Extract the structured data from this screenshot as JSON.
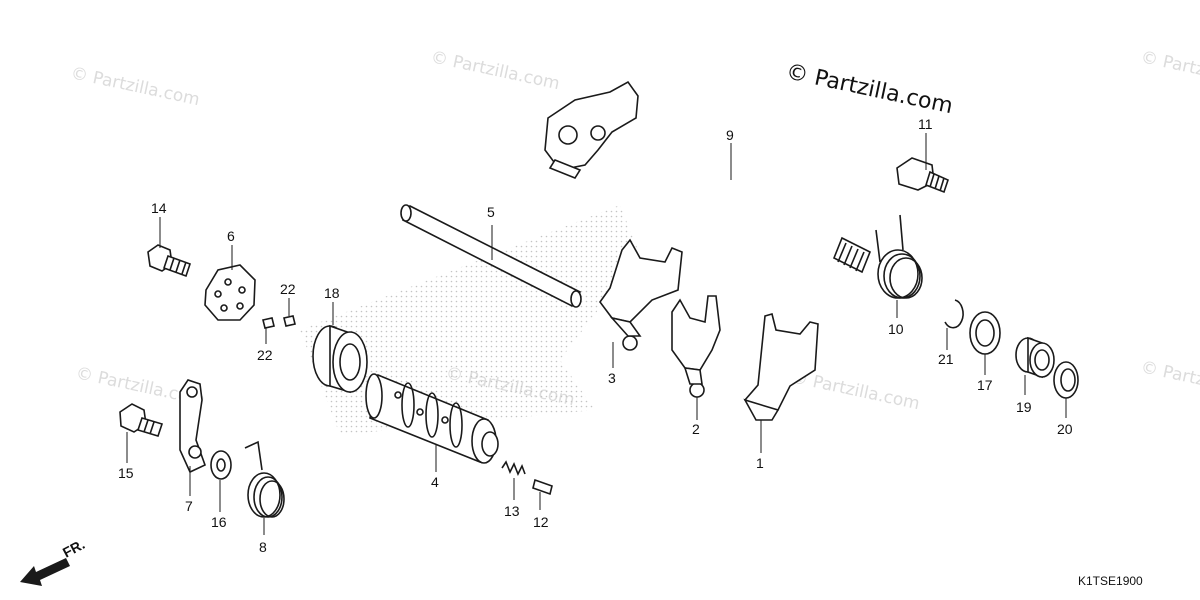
{
  "watermark": "© Partzilla.com",
  "copyright": "© Partzilla.com",
  "diagram_code": "K1TSE1900",
  "direction_label": "FR.",
  "parts": [
    {
      "id": "p1",
      "number": "1"
    },
    {
      "id": "p2",
      "number": "2"
    },
    {
      "id": "p3",
      "number": "3"
    },
    {
      "id": "p4",
      "number": "4"
    },
    {
      "id": "p5",
      "number": "5"
    },
    {
      "id": "p6",
      "number": "6"
    },
    {
      "id": "p7",
      "number": "7"
    },
    {
      "id": "p8",
      "number": "8"
    },
    {
      "id": "p9",
      "number": "9"
    },
    {
      "id": "p10",
      "number": "10"
    },
    {
      "id": "p11",
      "number": "11"
    },
    {
      "id": "p12",
      "number": "12"
    },
    {
      "id": "p13",
      "number": "13"
    },
    {
      "id": "p14",
      "number": "14"
    },
    {
      "id": "p15",
      "number": "15"
    },
    {
      "id": "p16",
      "number": "16"
    },
    {
      "id": "p17",
      "number": "17"
    },
    {
      "id": "p18",
      "number": "18"
    },
    {
      "id": "p19",
      "number": "19"
    },
    {
      "id": "p20",
      "number": "20"
    },
    {
      "id": "p21",
      "number": "21"
    },
    {
      "id": "p22a",
      "number": "22"
    },
    {
      "id": "p22b",
      "number": "22"
    }
  ]
}
